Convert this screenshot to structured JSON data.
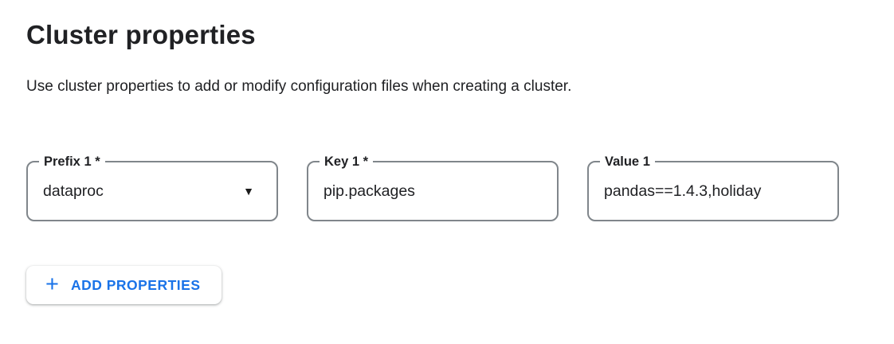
{
  "header": {
    "title": "Cluster properties",
    "description": "Use cluster properties to add or modify configuration files when creating a cluster."
  },
  "properties_row": {
    "prefix": {
      "label": "Prefix 1 *",
      "value": "dataproc"
    },
    "key": {
      "label": "Key 1 *",
      "value": "pip.packages"
    },
    "value": {
      "label": "Value 1",
      "value": "pandas==1.4.3,holiday"
    }
  },
  "buttons": {
    "add_properties": "ADD PROPERTIES"
  },
  "icons": {
    "plus": "+",
    "dropdown_arrow": "▼"
  },
  "colors": {
    "accent_blue": "#1a73e8",
    "text_dark": "#202124",
    "field_border": "#80868b"
  }
}
